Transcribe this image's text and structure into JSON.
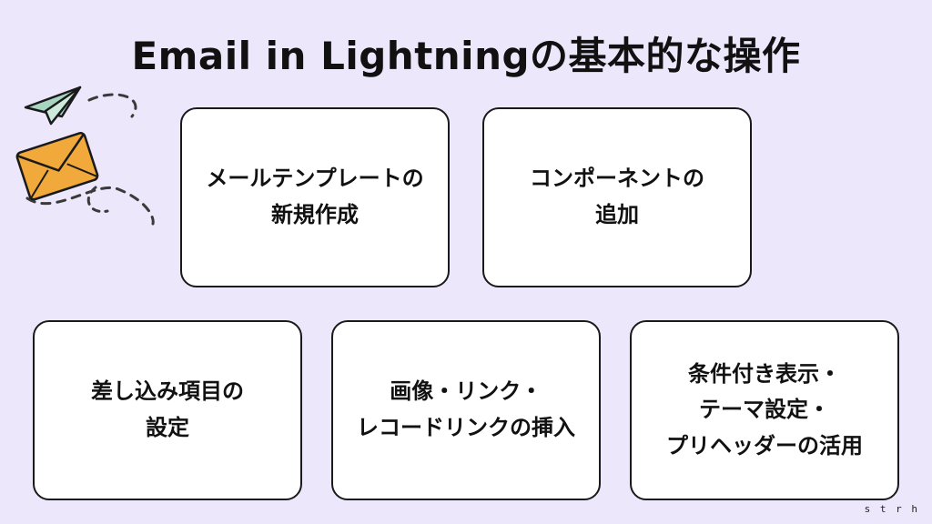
{
  "title": "Email in Lightningの基本的な操作",
  "cards": [
    {
      "lines": [
        "メールテンプレートの",
        "新規作成"
      ]
    },
    {
      "lines": [
        "コンポーネントの",
        "追加"
      ]
    },
    {
      "lines": [
        "差し込み項目の",
        "設定"
      ]
    },
    {
      "lines": [
        "画像・リンク・",
        "レコードリンクの挿入"
      ]
    },
    {
      "lines": [
        "条件付き表示・",
        "テーマ設定・",
        "プリヘッダーの活用"
      ]
    }
  ],
  "brand": "s t r h",
  "icons": [
    "paper-plane-icon",
    "envelope-icon"
  ],
  "colors": {
    "background": "#ECE7FB",
    "card": "#FFFFFF",
    "border": "#1A1A1A",
    "envelope": "#F2A93B",
    "plane": "#A8D5C2"
  }
}
